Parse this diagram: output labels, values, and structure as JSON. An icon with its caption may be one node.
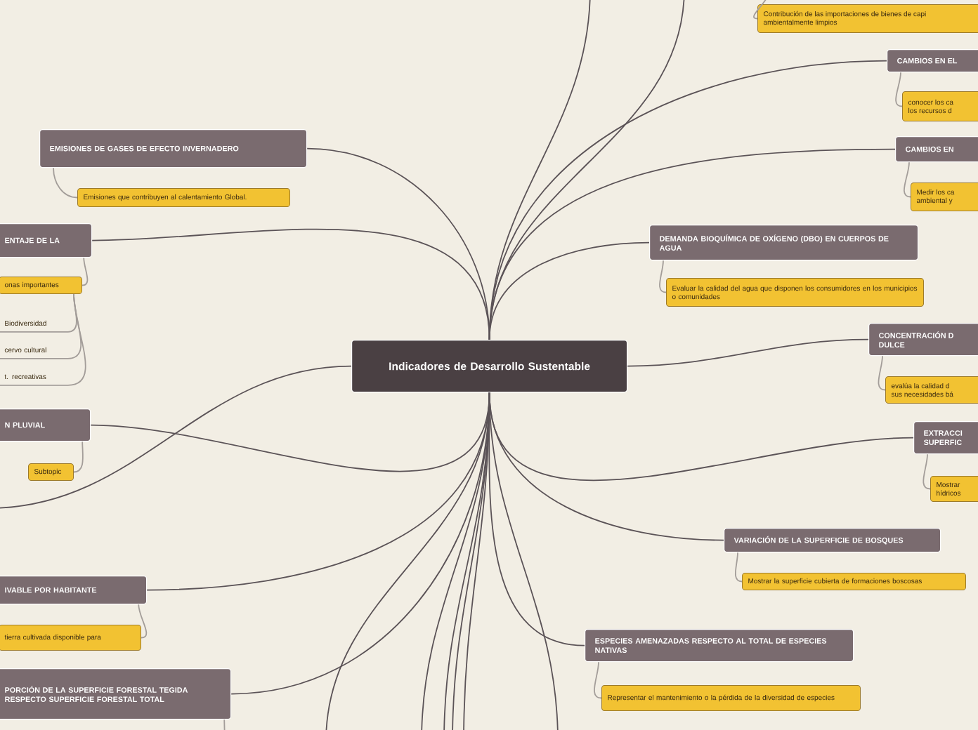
{
  "diagram": {
    "nodes": [
      {
        "text": [
          "Indicadores de Desarrollo Sustentable"
        ]
      },
      {
        "text": [
          "EMISIONES DE GASES DE EFECTO INVERNADERO"
        ]
      },
      {
        "text": [
          "Emisiones que contribuyen al calentamiento Global."
        ]
      },
      {
        "text": [
          "ENTAJE DE LA"
        ]
      },
      {
        "text": [
          "onas importantes"
        ]
      },
      {
        "text": [
          "Biodiversidad"
        ]
      },
      {
        "text": [
          "cervo cultural"
        ]
      },
      {
        "text": [
          "t. recreativas"
        ]
      },
      {
        "text": [
          "N PLUVIAL"
        ]
      },
      {
        "text": [
          "Subtopic"
        ]
      },
      {
        "text": [
          "IVABLE POR HABITANTE"
        ]
      },
      {
        "text": [
          "tierra cultivada disponible para"
        ]
      },
      {
        "text": [
          "PORCIÓN DE LA SUPERFICIE FORESTAL TEGIDA RESPECTO SUPERFICIE FORESTAL TOTAL"
        ]
      },
      {
        "text": [
          "Contribución de las importaciones de bienes de capi ambientalmente limpios"
        ]
      },
      {
        "text": [
          "CAMBIOS EN EL"
        ]
      },
      {
        "text": [
          "conocer los ca los recursos d"
        ]
      },
      {
        "text": [
          "CAMBIOS EN"
        ]
      },
      {
        "text": [
          "Medir los ca ambiental y"
        ]
      },
      {
        "text": [
          "DEMANDA BIOQUÍMICA DE OXÍGENO (DBO) EN CUERPOS DE AGUA"
        ]
      },
      {
        "text": [
          "Evaluar la calidad del agua que disponen los consumidores en los municipios o comunidades"
        ]
      },
      {
        "text": [
          "CONCENTRACIÓN D DULCE"
        ]
      },
      {
        "text": [
          "evalúa la calidad d sus necesidades bá"
        ]
      },
      {
        "text": [
          "EXTRACCI SUPERFIC"
        ]
      },
      {
        "text": [
          "Mostrar hídricos"
        ]
      },
      {
        "text": [
          "VARIACIÓN DE LA SUPERFICIE DE BOSQUES"
        ]
      },
      {
        "text": [
          "Mostrar la superficie cubierta de formaciones boscosas"
        ]
      },
      {
        "text": [
          "ESPECIES AMENAZADAS RESPECTO AL TOTAL DE ESPECIES NATIVAS"
        ]
      },
      {
        "text": [
          "Representar el mantenimiento o la pérdida de la diversidad de especies"
        ]
      }
    ],
    "edges": [
      {
        "from": 0,
        "to": 1,
        "arrow": "none"
      },
      {
        "from": 0,
        "to": 3,
        "arrow": "none"
      },
      {
        "from": 0,
        "to": 8,
        "arrow": "none"
      },
      {
        "from": 0,
        "to": 10,
        "arrow": "none"
      },
      {
        "from": 0,
        "to": 12,
        "arrow": "none"
      },
      {
        "from": 0,
        "to": 14,
        "arrow": "none"
      },
      {
        "from": 0,
        "to": 16,
        "arrow": "none"
      },
      {
        "from": 0,
        "to": 18,
        "arrow": "none"
      },
      {
        "from": 0,
        "to": 20,
        "arrow": "none"
      },
      {
        "from": 0,
        "to": 22,
        "arrow": "none"
      },
      {
        "from": 0,
        "to": 24,
        "arrow": "none"
      },
      {
        "from": 0,
        "to": 26,
        "arrow": "none"
      },
      {
        "from": 0,
        "to": null,
        "arrow": "none"
      },
      {
        "from": 0,
        "to": null,
        "arrow": "none"
      },
      {
        "from": 0,
        "to": null,
        "arrow": "none"
      },
      {
        "from": 0,
        "to": null,
        "arrow": "none"
      },
      {
        "from": 0,
        "to": null,
        "arrow": "none"
      },
      {
        "from": 0,
        "to": null,
        "arrow": "none"
      },
      {
        "from": 0,
        "to": null,
        "arrow": "none"
      },
      {
        "from": 0,
        "to": null,
        "arrow": "none"
      },
      {
        "from": 0,
        "to": null,
        "arrow": "none"
      },
      {
        "from": 1,
        "to": 2,
        "arrow": "none",
        "color": "#a39d99"
      },
      {
        "from": 3,
        "to": 4,
        "arrow": "none",
        "color": "#a39d99"
      },
      {
        "from": 4,
        "to": 5,
        "arrow": "none",
        "color": "#a39d99"
      },
      {
        "from": 4,
        "to": 6,
        "arrow": "none",
        "color": "#a39d99"
      },
      {
        "from": 4,
        "to": 7,
        "arrow": "none",
        "color": "#a39d99"
      },
      {
        "from": 8,
        "to": 9,
        "arrow": "none",
        "color": "#a39d99"
      },
      {
        "from": 10,
        "to": 11,
        "arrow": "none",
        "color": "#a39d99"
      },
      {
        "from": 12,
        "to": null,
        "arrow": "none",
        "color": "#a39d99"
      },
      {
        "from": null,
        "to": 13,
        "arrow": "none",
        "color": "#a39d99"
      },
      {
        "from": 14,
        "to": 15,
        "arrow": "none",
        "color": "#a39d99"
      },
      {
        "from": 16,
        "to": 17,
        "arrow": "none",
        "color": "#a39d99"
      },
      {
        "from": 18,
        "to": 19,
        "arrow": "none",
        "color": "#a39d99"
      },
      {
        "from": 20,
        "to": 21,
        "arrow": "none",
        "color": "#a39d99"
      },
      {
        "from": 22,
        "to": 23,
        "arrow": "none",
        "color": "#a39d99"
      },
      {
        "from": 24,
        "to": 25,
        "arrow": "none",
        "color": "#a39d99"
      },
      {
        "from": 26,
        "to": 27,
        "arrow": "none",
        "color": "#a39d99"
      }
    ]
  }
}
